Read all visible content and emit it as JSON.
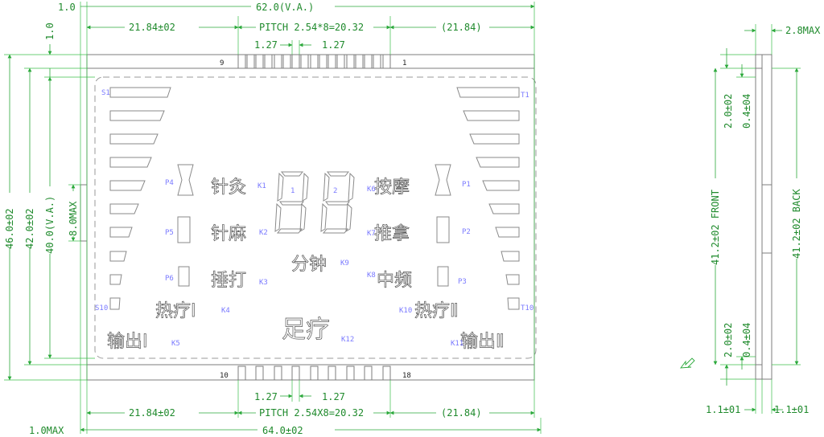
{
  "front_dims": {
    "top_left_offset": "1.0",
    "va_width": "62.0(V.A.)",
    "left_pin_span_top": "21.84±02",
    "pitch_top": "PITCH 2.54*8=20.32",
    "right_pin_span_top": "(21.84)",
    "pin_pitch_left": "1.27",
    "pin_pitch_right": "1.27",
    "left_vertical_offset": "1.0",
    "total_height": "46.0±02",
    "inner_height": "42.0±02",
    "va_height": "40.0(V.A.)",
    "tab_height": "8.0MAX",
    "bottom_left_offset": "1.0MAX",
    "total_width": "64.0±02",
    "left_pin_span_bottom": "21.84±02",
    "pitch_bottom": "PITCH 2.54X8=20.32",
    "right_pin_span_bottom": "(21.84)",
    "pin_pitch_left_bottom": "1.27",
    "pin_pitch_right_bottom": "1.27"
  },
  "pins": {
    "top_left": "9",
    "top_right": "1",
    "bottom_left": "10",
    "bottom_right": "18"
  },
  "segment_labels": {
    "s1": "S1",
    "s10": "S10",
    "t1": "T1",
    "t10": "T10",
    "p1": "P1",
    "p2": "P2",
    "p3": "P3",
    "p4": "P4",
    "p5": "P5",
    "p6": "P6",
    "k1": "K1",
    "k2": "K2",
    "k3": "K3",
    "k4": "K4",
    "k5": "K5",
    "k6": "K6",
    "k7": "K7",
    "k8": "K8",
    "k9": "K9",
    "k10": "K10",
    "k11": "K11",
    "k12": "K12",
    "digit1": "1",
    "digit2": "2"
  },
  "icons": {
    "acupuncture": "针灸",
    "needle_anesthesia": "针麻",
    "tapping": "捶打",
    "massage": "按摩",
    "tuina": "推拿",
    "mid_frequency": "中频",
    "minutes": "分钟",
    "heat_therapy_1": "热疗Ⅰ",
    "heat_therapy_2": "热疗Ⅱ",
    "output_1": "输出Ⅰ",
    "output_2": "输出Ⅱ",
    "foot_therapy": "足疗"
  },
  "side_dims": {
    "thickness": "2.8MAX",
    "top_glass_1": "2.0±02",
    "top_glass_2": "0.4±04",
    "front_height": "41.2±02 FRONT",
    "back_height": "41.2±02 BACK",
    "bottom_glass_1": "2.0±02",
    "bottom_glass_2": "0.4±04",
    "front_glass": "1.1±01",
    "back_glass": "1.1±01"
  }
}
